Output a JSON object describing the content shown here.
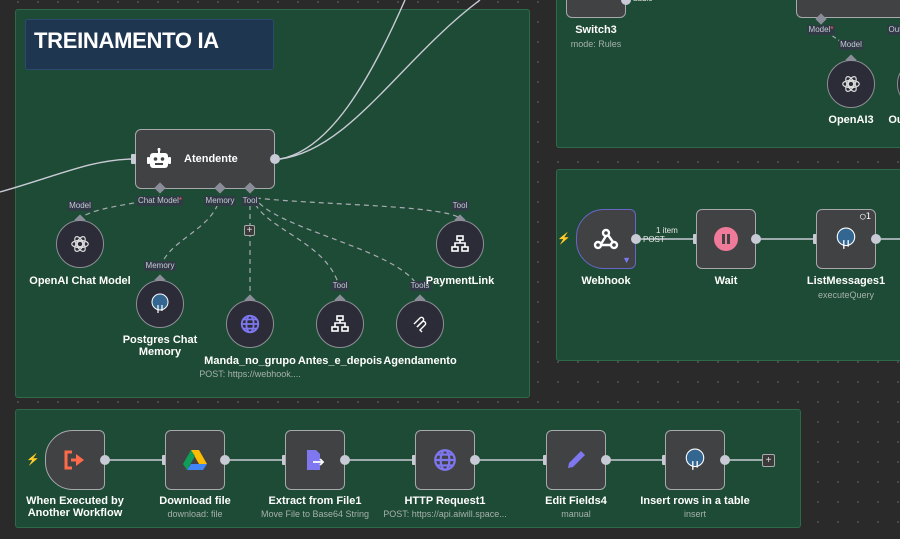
{
  "sticky_note": {
    "title": "TREINAMENTO IA"
  },
  "ai_agent": {
    "name": "Atendente",
    "ports": {
      "chat_model": "Chat Model",
      "memory": "Memory",
      "tool": "Tool",
      "required_mark": "*"
    }
  },
  "sub_nodes": [
    {
      "name": "OpenAI Chat Model",
      "port_label": "Model",
      "icon": "openai-icon"
    },
    {
      "name": "Postgres Chat Memory",
      "name_line2": "Memory",
      "name_line1": "Postgres Chat",
      "port_label": "Memory",
      "icon": "postgres-icon"
    },
    {
      "name": "Manda_no_grupo",
      "subtitle": "POST: https://webhook....",
      "icon": "globe-icon"
    },
    {
      "name": "Antes_e_depois",
      "port_label": "Tool",
      "icon": "sitemap-icon"
    },
    {
      "name": "Agendamento",
      "port_label": "Tools",
      "icon": "mcp-icon"
    },
    {
      "name": "PaymentLink",
      "port_label": "Tool",
      "icon": "sitemap-icon"
    }
  ],
  "top_right": {
    "switch": {
      "name": "Switch3",
      "subtitle": "mode: Rules",
      "output_label": "audio"
    },
    "model_port": "Model",
    "openai3": {
      "name": "OpenAI3",
      "port_label": "Model"
    },
    "partial_name": "Ou",
    "partial_port": "Out"
  },
  "webhook_flow": {
    "nodes": [
      {
        "name": "Webhook",
        "icon": "webhook-icon"
      },
      {
        "name": "Wait",
        "icon": "pause-icon"
      },
      {
        "name": "ListMessages1",
        "subtitle": "executeQuery",
        "icon": "postgres-icon",
        "badge": "1"
      }
    ],
    "edge_label": "1 item",
    "webhook_output": "POST"
  },
  "bottom_flow": {
    "nodes": [
      {
        "name_line1": "When Executed by",
        "name_line2": "Another Workflow",
        "icon": "exit-icon"
      },
      {
        "name": "Download file",
        "subtitle": "download: file",
        "icon": "google-drive-icon"
      },
      {
        "name": "Extract from File1",
        "subtitle": "Move File to Base64 String",
        "icon": "file-export-icon"
      },
      {
        "name": "HTTP Request1",
        "subtitle": "POST: https://api.aiwill.space...",
        "icon": "globe-icon"
      },
      {
        "name": "Edit Fields4",
        "subtitle": "manual",
        "icon": "pencil-icon"
      },
      {
        "name": "Insert rows in a table",
        "subtitle": "insert",
        "icon": "postgres-icon"
      }
    ]
  },
  "colors": {
    "group_bg": "#1e4b35",
    "sticky_bg": "#1f3651",
    "canvas_bg": "#2a2a2a",
    "trigger": "#ff6b4a",
    "accent_purple": "#7e77f0",
    "wait_pink": "#ef7a9a"
  }
}
